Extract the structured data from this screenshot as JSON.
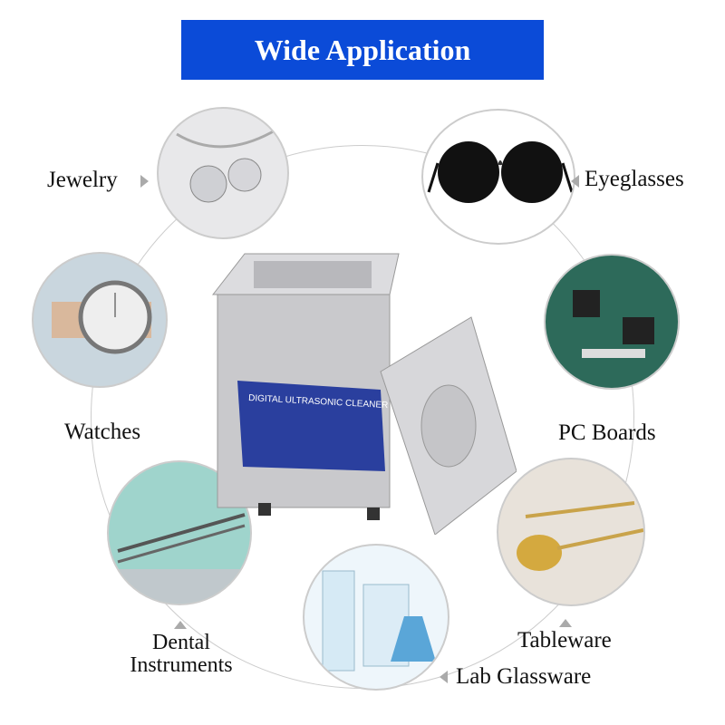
{
  "title": "Wide Application",
  "applications": [
    {
      "label": "Jewelry",
      "icon": "jewelry-icon"
    },
    {
      "label": "Eyeglasses",
      "icon": "eyeglasses-icon"
    },
    {
      "label": "Watches",
      "icon": "watch-icon"
    },
    {
      "label": "PC Boards",
      "icon": "pc-board-icon"
    },
    {
      "label": "Dental Instruments",
      "icon": "dental-tools-icon"
    },
    {
      "label": "Tableware",
      "icon": "tableware-icon"
    },
    {
      "label": "Lab Glassware",
      "icon": "lab-glassware-icon"
    }
  ],
  "device": {
    "panel_text": "DIGITAL ULTRASONIC CLEANER",
    "panel_color": "#2a3f9e"
  },
  "colors": {
    "banner": "#0b4bd8",
    "ring": "#cccccc"
  }
}
